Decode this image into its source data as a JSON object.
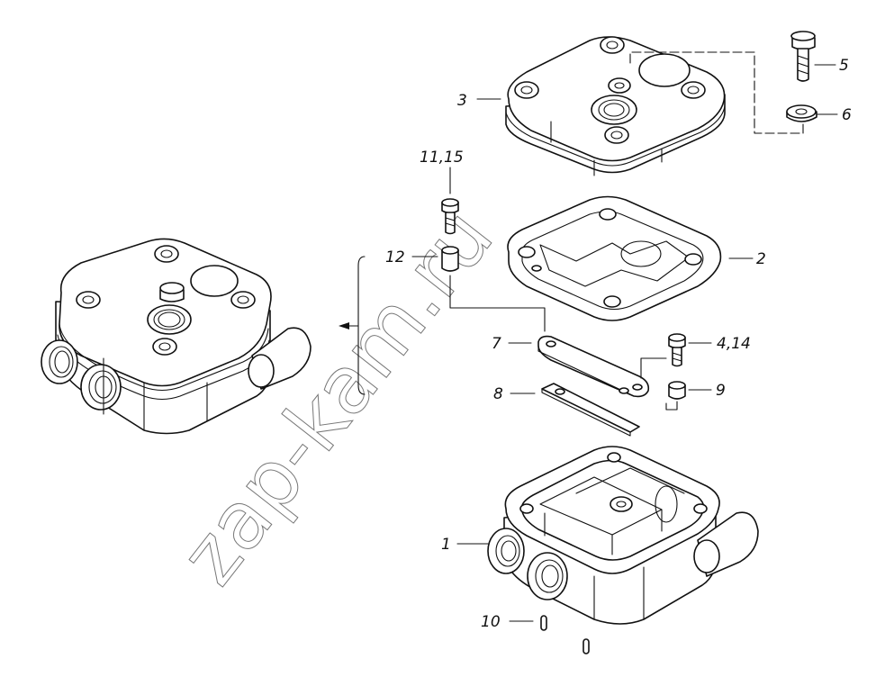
{
  "watermark": "zap-kam.ru",
  "callouts": {
    "c1": "1",
    "c2": "2",
    "c3": "3",
    "c4_14": "4,14",
    "c5": "5",
    "c6": "6",
    "c7": "7",
    "c8": "8",
    "c9": "9",
    "c10": "10",
    "c11_15": "11,15",
    "c12": "12"
  }
}
